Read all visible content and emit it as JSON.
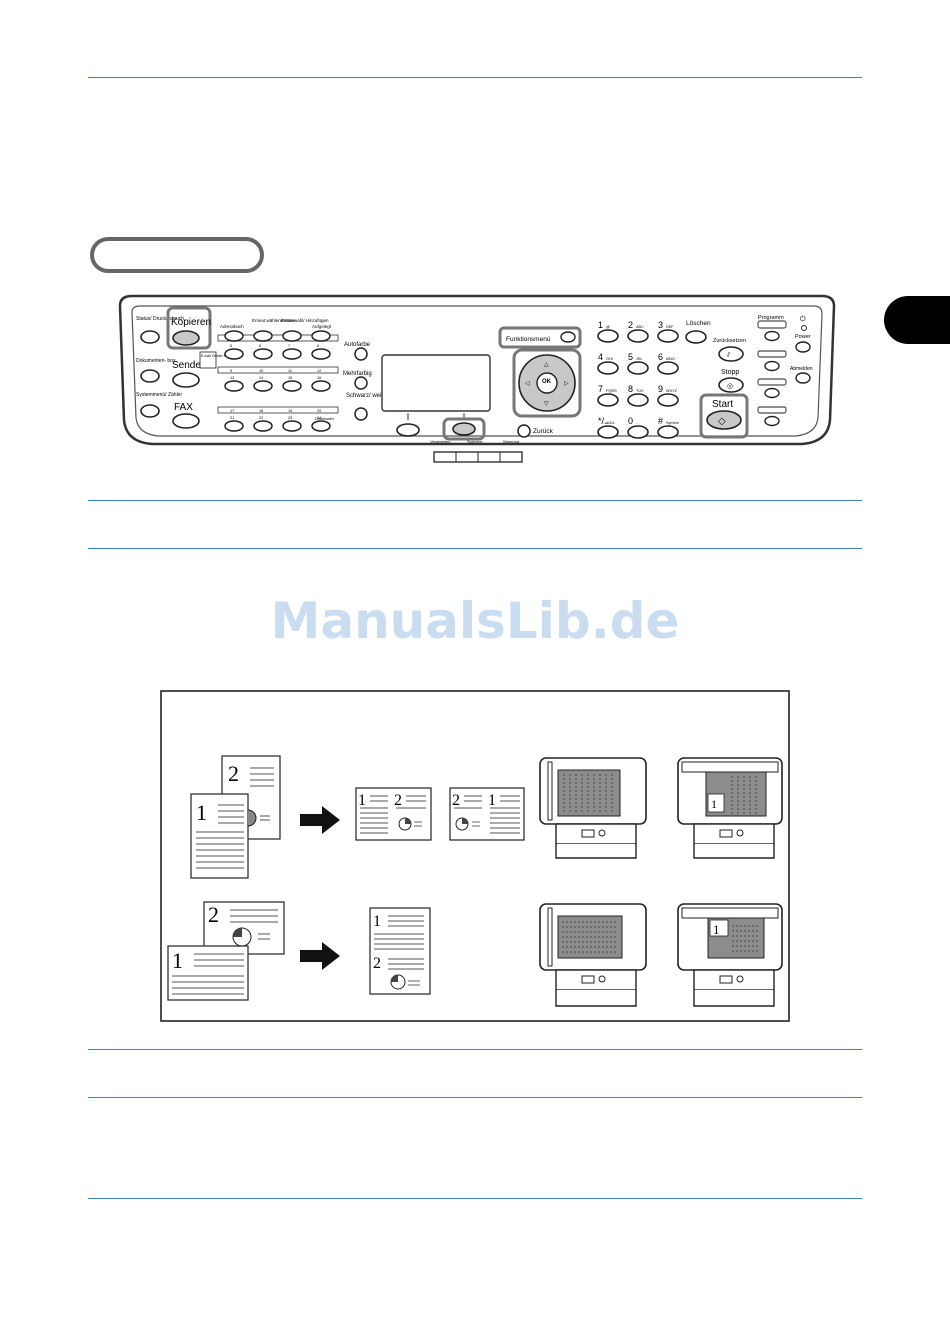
{
  "watermark": "ManualsLib.de",
  "panel": {
    "left_column": {
      "status_label": "Status/ Druckabbruch",
      "dokumentenbox_label": "Dokumenten- box",
      "systemmenu_label": "Systemmenü/ Zähler"
    },
    "mode_buttons": {
      "kopieren": "Kopieren",
      "senden": "Senden",
      "fax": "FAX",
      "senden_sub": "E-mail Ordner FAX"
    },
    "one_touch_headers": [
      "Adressbuch",
      "Erneut wählen/Pause",
      "Kettenwahl/ Hinzufügen",
      "Aufgelegt"
    ],
    "one_touch_numbers": [
      [
        "1",
        "2",
        "3",
        "4"
      ],
      [
        "5",
        "6",
        "7",
        "8"
      ],
      [
        "9",
        "10",
        "11",
        "12"
      ],
      [
        "13",
        "14",
        "15",
        "16"
      ],
      [
        "17",
        "18",
        "19",
        "20"
      ],
      [
        "21",
        "22",
        "23",
        "24"
      ]
    ],
    "direktwahl_label": "Direktwahl",
    "color_buttons": {
      "autofarbe": "Autofarbe",
      "mehrfarbig": "Mehrfarbig",
      "schwarzweiss": "Schwarz/ weiß"
    },
    "under_display": {
      "left": "Verarbeiten",
      "right": "Speicher",
      "warnung": "Warnung",
      "zurueck": "Zurück"
    },
    "funktionsmenu": "Funktionsmenü",
    "ok_label": "OK",
    "keypad": [
      {
        "num": "1",
        "sub": "@"
      },
      {
        "num": "2",
        "sub": "ABC"
      },
      {
        "num": "3",
        "sub": "DEF"
      },
      {
        "num": "4",
        "sub": "GHI"
      },
      {
        "num": "5",
        "sub": "JKL"
      },
      {
        "num": "6",
        "sub": "MNO"
      },
      {
        "num": "7",
        "sub": "PQRS"
      },
      {
        "num": "8",
        "sub": "TUV"
      },
      {
        "num": "9",
        "sub": "WXYZ"
      },
      {
        "num": "*/.",
        "sub": "a/A/1"
      },
      {
        "num": "0",
        "sub": ". ,"
      },
      {
        "num": "#",
        "sub": "Symbol"
      }
    ],
    "loeschen": "Löschen",
    "zuruecksetzen": "Zurücksetzen",
    "stopp": "Stopp",
    "start": "Start",
    "programm": "Programm",
    "abmelden": "Abmelden",
    "power": "Power"
  },
  "illustration": {
    "row1_left_pages": [
      "2",
      "1"
    ],
    "row1_result_a": [
      "1",
      "2"
    ],
    "row1_result_b": [
      "2",
      "1"
    ],
    "row2_left_pages": [
      "2",
      "1"
    ],
    "row2_result": [
      "1",
      "2"
    ],
    "feeder_page_label": "1",
    "glass_page_label": "1"
  }
}
